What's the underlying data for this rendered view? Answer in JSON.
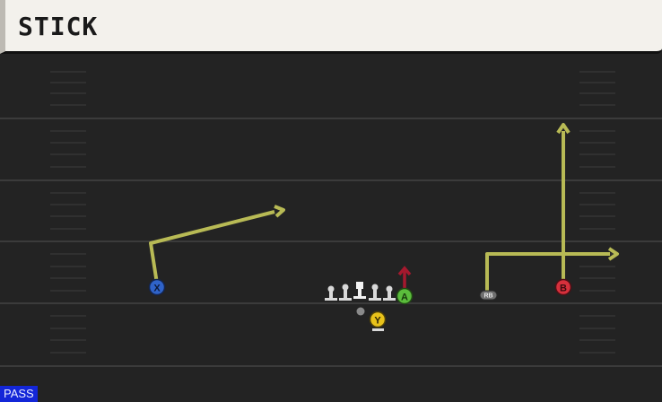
{
  "play": {
    "name": "STICK",
    "mode": "PASS"
  },
  "players": {
    "x": "X",
    "a": "A",
    "y": "Y",
    "rb": "RB",
    "b": "B"
  },
  "colors": {
    "route": "#b8ba55",
    "block_arrow": "#a5192e",
    "x_receiver": "#2f63c9",
    "a_receiver": "#5bbd3c",
    "y_receiver": "#e8c21a",
    "b_receiver": "#d6303c",
    "rb": "#6f6f6f",
    "lineman": "#d9d9d9",
    "mode_badge": "#1326d8"
  }
}
